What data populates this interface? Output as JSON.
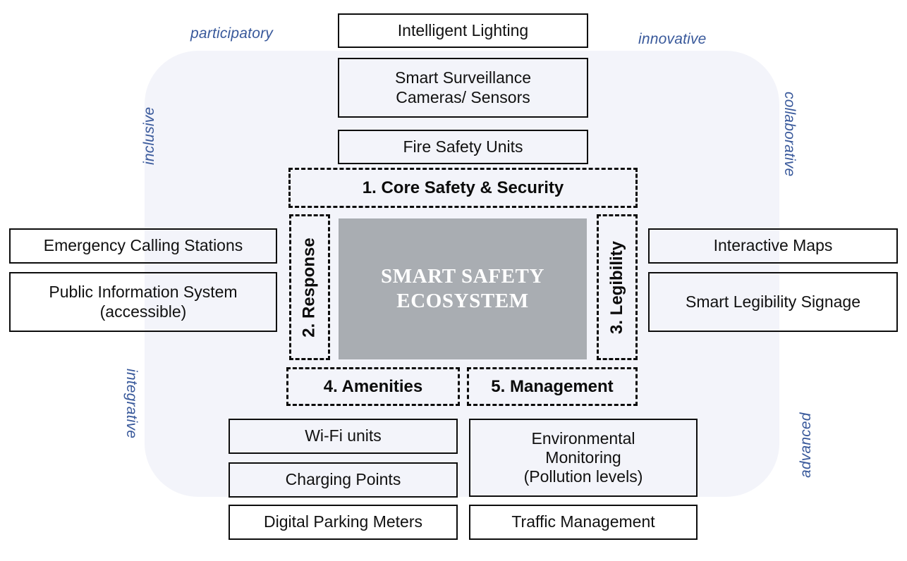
{
  "diagram": {
    "title": "Smart Safety Ecosystem",
    "core": {
      "line1": "SMART SAFETY",
      "line2": "ECOSYSTEM"
    },
    "colors": {
      "panel_background": "#f3f4fa",
      "core_fill": "#a9adb2",
      "core_text": "#ffffff",
      "adjective_text": "#39599b",
      "box_border": "#0d0d0d"
    },
    "adjectives": [
      {
        "id": "participatory",
        "label": "participatory",
        "position": "top-left"
      },
      {
        "id": "innovative",
        "label": "innovative",
        "position": "top-right"
      },
      {
        "id": "inclusive",
        "label": "inclusive",
        "position": "left-top"
      },
      {
        "id": "collaborative",
        "label": "collaborative",
        "position": "right-top"
      },
      {
        "id": "integrative",
        "label": "integrative",
        "position": "left-bottom"
      },
      {
        "id": "advanced",
        "label": "advanced",
        "position": "right-bottom"
      }
    ],
    "categories": [
      {
        "id": "core-safety",
        "label": "1. Core Safety & Security"
      },
      {
        "id": "response",
        "label": "2. Response"
      },
      {
        "id": "legibility",
        "label": "3. Legibility"
      },
      {
        "id": "amenities",
        "label": "4. Amenities"
      },
      {
        "id": "management",
        "label": "5. Management"
      }
    ],
    "items": {
      "core_safety": [
        {
          "id": "intelligent-lighting",
          "label": "Intelligent Lighting"
        },
        {
          "id": "smart-surveillance",
          "line1": "Smart Surveillance",
          "line2": "Cameras/ Sensors"
        },
        {
          "id": "fire-safety-units",
          "label": "Fire Safety Units"
        }
      ],
      "response": [
        {
          "id": "emergency-calling-stations",
          "label": "Emergency Calling Stations"
        },
        {
          "id": "public-information-system",
          "line1": "Public Information System",
          "line2": "(accessible)"
        }
      ],
      "legibility": [
        {
          "id": "interactive-maps",
          "label": "Interactive Maps"
        },
        {
          "id": "smart-legibility-signage",
          "label": "Smart Legibility Signage"
        }
      ],
      "amenities": [
        {
          "id": "wifi-units",
          "label": "Wi-Fi units"
        },
        {
          "id": "charging-points",
          "label": "Charging Points"
        },
        {
          "id": "digital-parking-meters",
          "label": "Digital Parking Meters"
        }
      ],
      "management": [
        {
          "id": "environmental-monitoring",
          "line1": "Environmental",
          "line2": "Monitoring",
          "line3": "(Pollution levels)"
        },
        {
          "id": "traffic-management",
          "label": "Traffic Management"
        }
      ]
    }
  }
}
